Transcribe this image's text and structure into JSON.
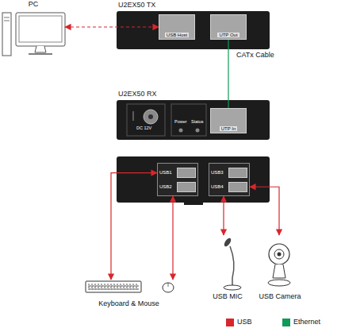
{
  "diagram": {
    "nodes": [
      {
        "text": [
          "PC"
        ]
      },
      {
        "text": [
          "U2EX50 TX"
        ]
      },
      {
        "text": [
          "USB Host"
        ],
        "in": 1
      },
      {
        "text": [
          "UTP Out"
        ],
        "in": 1
      },
      {
        "text": [
          "U2EX50 RX"
        ]
      },
      {
        "text": [
          "UTP In"
        ],
        "in": 4
      },
      {
        "text": [
          "USB1",
          "USB2"
        ]
      },
      {
        "text": [
          "USB3",
          "USB4"
        ]
      },
      {
        "text": [
          "Keyboard & Mouse"
        ]
      },
      {
        "text": [
          "USB MIC"
        ]
      },
      {
        "text": [
          "USB Camera"
        ]
      }
    ],
    "edges": [
      {
        "from": 0,
        "to": 2,
        "arrow": "both"
      },
      {
        "from": 3,
        "to": 5,
        "label": "CATx Cable",
        "arrow": "none"
      },
      {
        "from": 6,
        "to": 8,
        "arrow": "both"
      },
      {
        "from": 6,
        "to": 8,
        "arrow": "both"
      },
      {
        "from": 7,
        "to": 9,
        "arrow": "both"
      },
      {
        "from": 7,
        "to": 10,
        "arrow": "both"
      }
    ],
    "labels": [
      "DC 12V",
      "Power",
      "Status"
    ],
    "legend": [
      {
        "text": "USB",
        "color": "#d8262c"
      },
      {
        "text": "Ethernet",
        "color": "#0f9a57"
      }
    ]
  }
}
